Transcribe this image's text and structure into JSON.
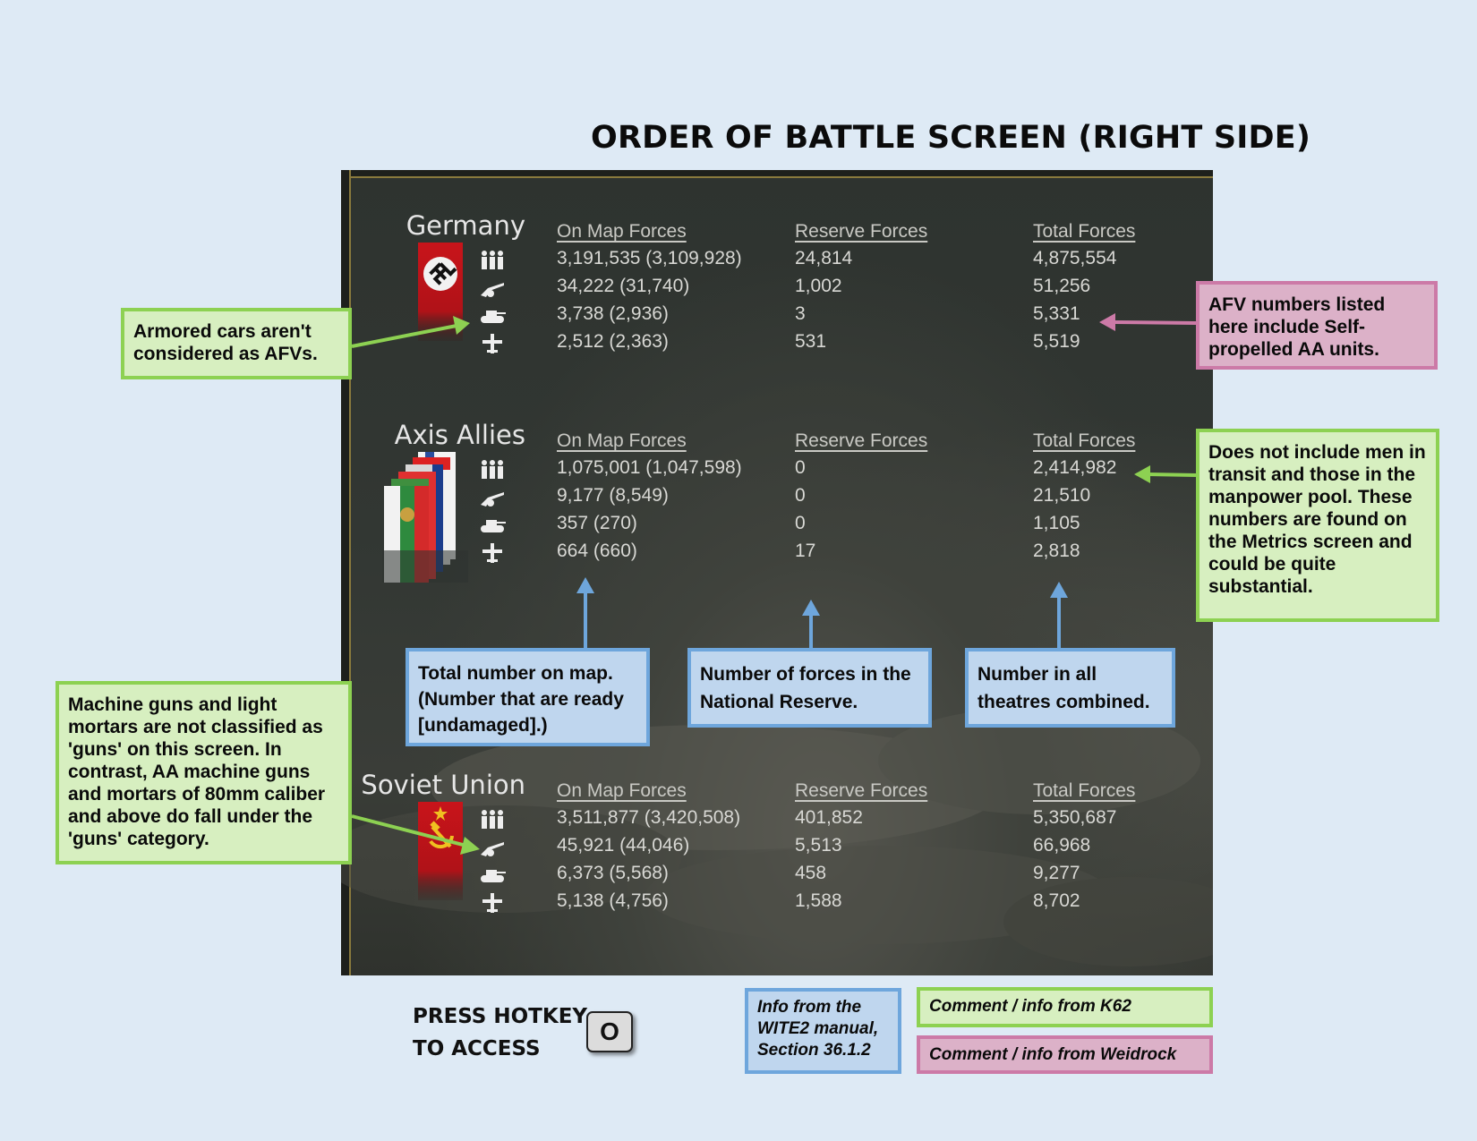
{
  "title": "ORDER OF BATTLE SCREEN (RIGHT SIDE)",
  "columns": {
    "on_map": "On Map Forces",
    "reserve": "Reserve Forces",
    "total": "Total Forces"
  },
  "icons": [
    "men-icon",
    "gun-icon",
    "afv-icon",
    "aircraft-icon"
  ],
  "nations": [
    {
      "name": "Germany",
      "rows": [
        {
          "on_map": "3,191,535 (3,109,928)",
          "reserve": "24,814",
          "total": "4,875,554"
        },
        {
          "on_map": "34,222 (31,740)",
          "reserve": "1,002",
          "total": "51,256"
        },
        {
          "on_map": "3,738 (2,936)",
          "reserve": "3",
          "total": "5,331"
        },
        {
          "on_map": "2,512 (2,363)",
          "reserve": "531",
          "total": "5,519"
        }
      ]
    },
    {
      "name": "Axis Allies",
      "rows": [
        {
          "on_map": "1,075,001 (1,047,598)",
          "reserve": "0",
          "total": "2,414,982"
        },
        {
          "on_map": "9,177 (8,549)",
          "reserve": "0",
          "total": "21,510"
        },
        {
          "on_map": "357 (270)",
          "reserve": "0",
          "total": "1,105"
        },
        {
          "on_map": "664 (660)",
          "reserve": "17",
          "total": "2,818"
        }
      ]
    },
    {
      "name": "Soviet Union",
      "rows": [
        {
          "on_map": "3,511,877 (3,420,508)",
          "reserve": "401,852",
          "total": "5,350,687"
        },
        {
          "on_map": "45,921 (44,046)",
          "reserve": "5,513",
          "total": "66,968"
        },
        {
          "on_map": "6,373 (5,568)",
          "reserve": "458",
          "total": "9,277"
        },
        {
          "on_map": "5,138 (4,756)",
          "reserve": "1,588",
          "total": "8,702"
        }
      ]
    }
  ],
  "notes": {
    "armored_cars": "Armored cars aren't considered as AFVs.",
    "afv_numbers": "AFV numbers listed here include Self-propelled AA units.",
    "manpower": "Does not include men in transit and those in the manpower pool. These numbers are found on the Metrics screen and could be quite substantial.",
    "guns": "Machine guns and light mortars are not classified as 'guns' on this screen. In contrast, AA machine guns and mortars of 80mm caliber and above do fall under the 'guns' category.",
    "on_map": "Total number on map. (Number that are ready [undamaged].)",
    "reserve": "Number of forces in the National Reserve.",
    "total": "Number in all theatres combined."
  },
  "hotkey": {
    "line1": "PRESS HOTKEY",
    "line2": "TO ACCESS",
    "key": "O"
  },
  "legend": {
    "manual": "Info from the WITE2 manual, Section 36.1.2",
    "k62": "Comment / info from K62",
    "weidrock": "Comment / info from Weidrock"
  },
  "colors": {
    "green_fill": "#d7efc0",
    "green_border": "#8dd152",
    "pink_fill": "#dcb1c8",
    "pink_border": "#cc7aa7",
    "blue_fill": "#bfd6ee",
    "blue_border": "#6ea6dc"
  }
}
